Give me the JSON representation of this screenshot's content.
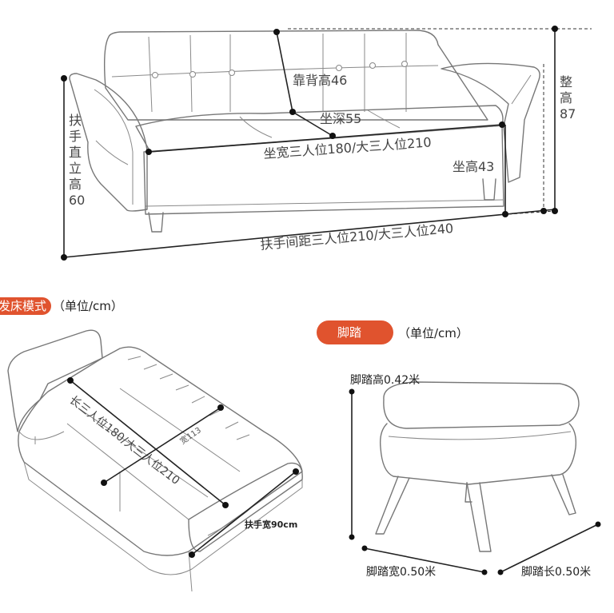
{
  "top_diagram": {
    "backrest_height": "靠背高46",
    "seat_depth": "坐深55",
    "seat_width": "坐宽三人位180/大三人位210",
    "seat_height": "坐高43",
    "armrest_spacing": "扶手间距三人位210/大三人位240",
    "armrest_vertical_height": [
      "扶",
      "手",
      "直",
      "立",
      "高",
      "60"
    ],
    "overall_height": [
      "整",
      "高",
      "87"
    ]
  },
  "bed_mode": {
    "badge": "发床模式",
    "unit": "（单位/cm）",
    "length": "长三人位180/大三人位210",
    "width": "宽113",
    "armrest_width": "扶手宽90cm"
  },
  "ottoman": {
    "badge": "脚踏",
    "unit": "（单位/cm）",
    "height": "脚踏高0.42米",
    "width": "脚踏宽0.50米",
    "length": "脚踏长0.50米"
  },
  "colors": {
    "badge": "#e0532e",
    "line": "#777777",
    "dimension": "#222222"
  }
}
